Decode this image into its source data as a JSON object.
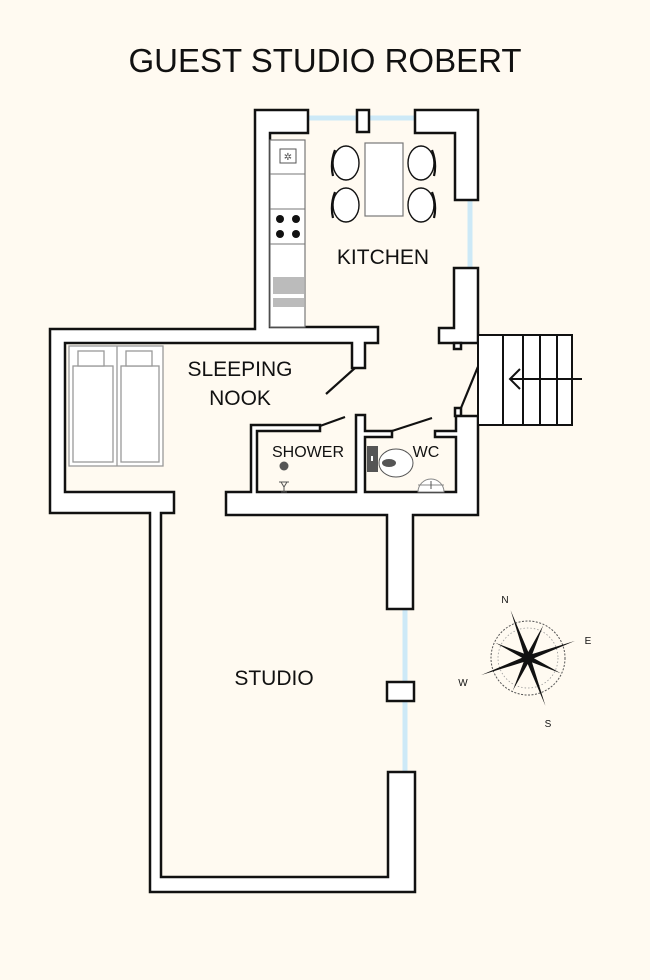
{
  "title": "GUEST STUDIO ROBERT",
  "rooms": {
    "kitchen": "KITCHEN",
    "sleeping_nook_line1": "SLEEPING",
    "sleeping_nook_line2": "NOOK",
    "shower": "SHOWER",
    "wc": "WC",
    "studio": "STUDIO"
  },
  "compass": {
    "n": "N",
    "e": "E",
    "s": "S",
    "w": "W"
  },
  "colors": {
    "background": "#fffaf1",
    "window": "#cde9f7",
    "wall_stroke": "#111111"
  }
}
